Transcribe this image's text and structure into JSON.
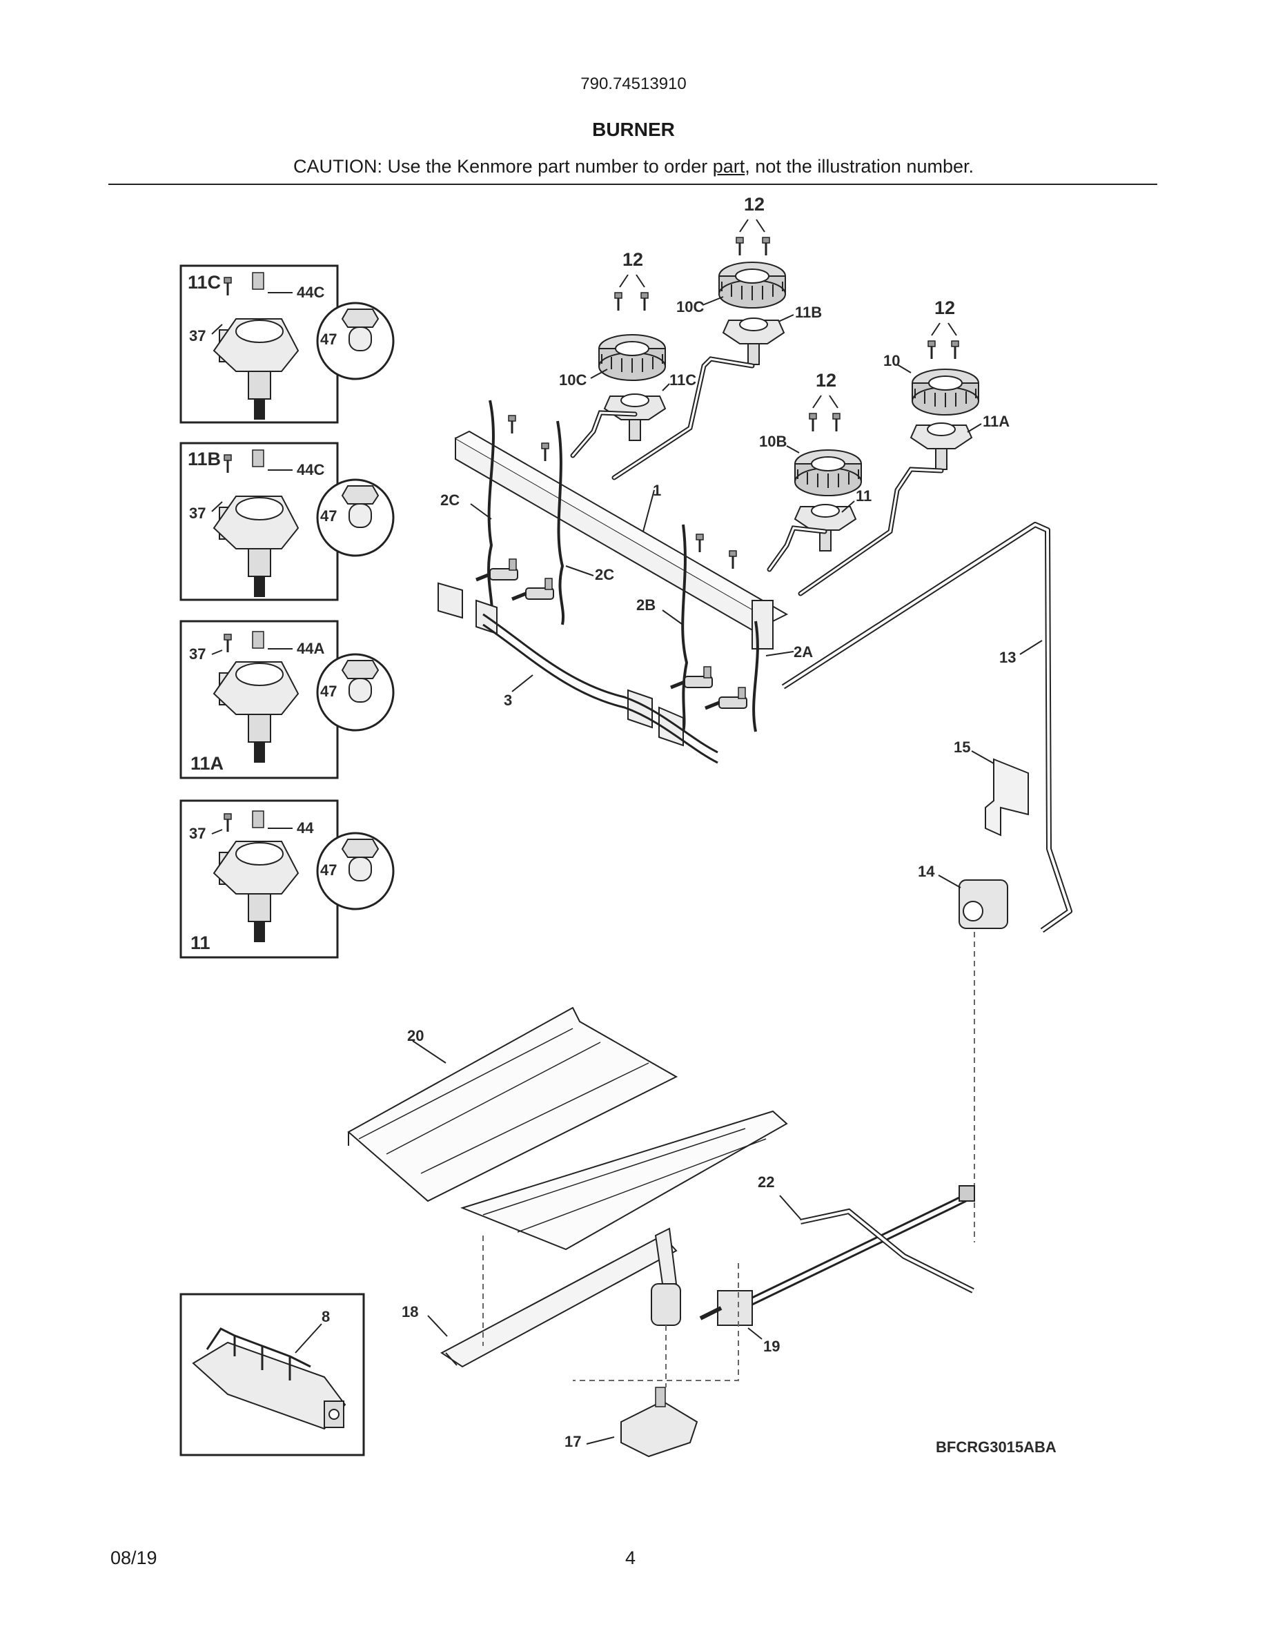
{
  "header": {
    "model_number": "790.74513910",
    "section_title": "BURNER",
    "caution_prefix": "CAUTION: Use the Kenmore part number to order ",
    "caution_link": "part",
    "caution_suffix": ", not the illustration number."
  },
  "diagram": {
    "drawing_code": "BFCRG3015ABA",
    "inset_panels": [
      {
        "panel": "11C",
        "callouts": [
          "11C",
          "44C",
          "37",
          "47"
        ]
      },
      {
        "panel": "11B",
        "callouts": [
          "11B",
          "44C",
          "37",
          "47"
        ]
      },
      {
        "panel": "11A",
        "callouts": [
          "11A",
          "44A",
          "37",
          "47"
        ]
      },
      {
        "panel": "11",
        "callouts": [
          "11",
          "44",
          "37",
          "47"
        ]
      },
      {
        "panel": "8",
        "callouts": [
          "8"
        ]
      }
    ],
    "callouts": [
      "12",
      "12",
      "12",
      "12",
      "10C",
      "10C",
      "11B",
      "11C",
      "10",
      "11A",
      "10B",
      "11",
      "1",
      "2C",
      "2C",
      "2B",
      "2A",
      "3",
      "13",
      "15",
      "14",
      "20",
      "22",
      "18",
      "19",
      "17"
    ]
  },
  "footer": {
    "date": "08/19",
    "page_number": "4"
  }
}
